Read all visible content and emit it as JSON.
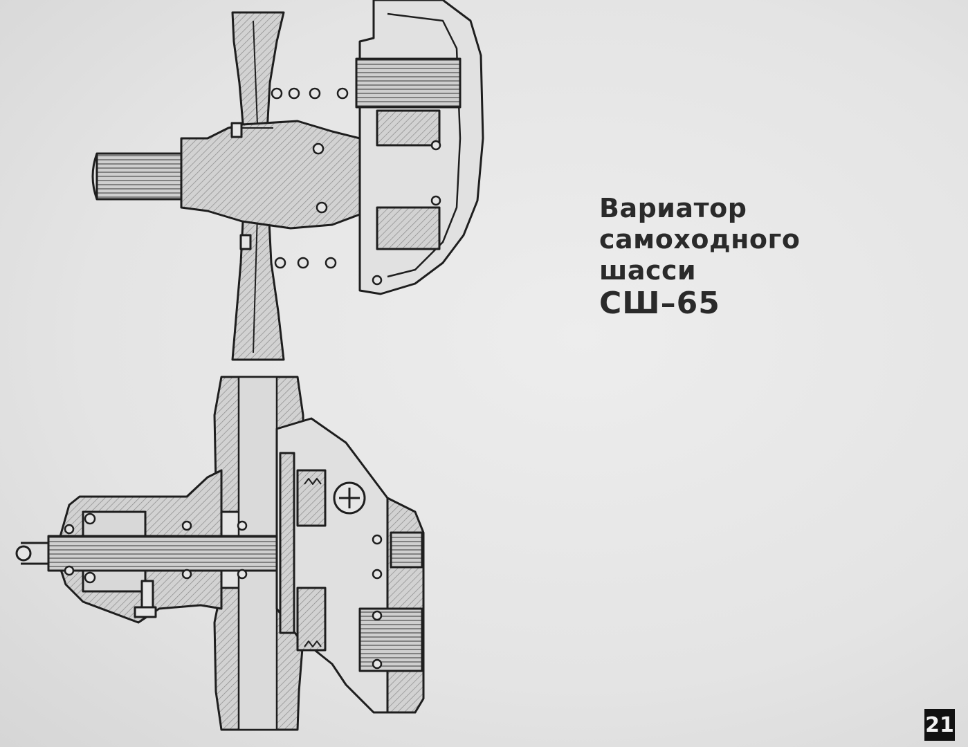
{
  "slide": {
    "title_lines": [
      "Вариатор",
      "самоходного",
      "шасси",
      "СШ–65"
    ],
    "frame_number": "21"
  },
  "colors": {
    "background": "#e6e6e6",
    "ink": "#1e1e1e",
    "hatch": "#b5b5b5",
    "badge": "#111111"
  }
}
